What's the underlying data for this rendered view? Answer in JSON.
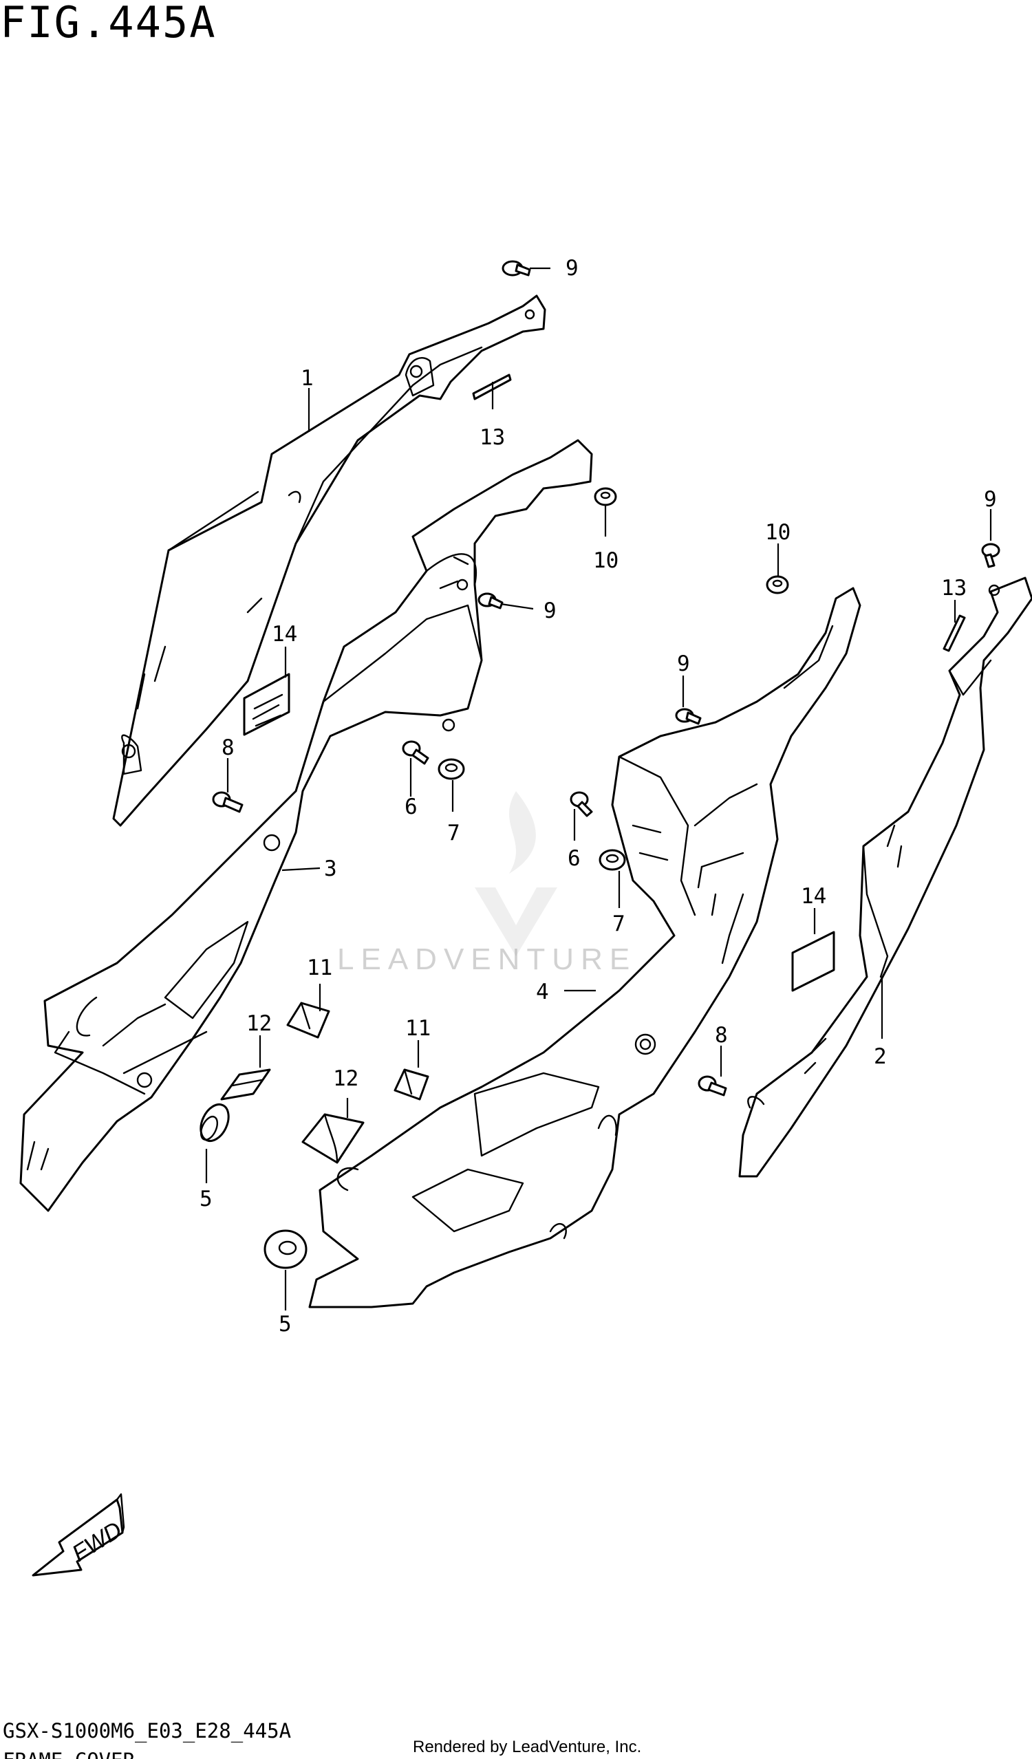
{
  "figure": {
    "title": "FIG.445A",
    "model_code": "GSX-S1000M6_E03_E28_445A",
    "section_name": "FRAME COVER",
    "rendered_by": "Rendered by LeadVenture, Inc.",
    "watermark_text": "LEADVENTURE",
    "fwd_label": "FWD"
  },
  "callouts": [
    {
      "id": "c1",
      "label": "1"
    },
    {
      "id": "c2",
      "label": "2"
    },
    {
      "id": "c3",
      "label": "3"
    },
    {
      "id": "c4",
      "label": "4"
    },
    {
      "id": "c5a",
      "label": "5"
    },
    {
      "id": "c5b",
      "label": "5"
    },
    {
      "id": "c6a",
      "label": "6"
    },
    {
      "id": "c6b",
      "label": "6"
    },
    {
      "id": "c7a",
      "label": "7"
    },
    {
      "id": "c7b",
      "label": "7"
    },
    {
      "id": "c8a",
      "label": "8"
    },
    {
      "id": "c8b",
      "label": "8"
    },
    {
      "id": "c9a",
      "label": "9"
    },
    {
      "id": "c9b",
      "label": "9"
    },
    {
      "id": "c9c",
      "label": "9"
    },
    {
      "id": "c9d",
      "label": "9"
    },
    {
      "id": "c10a",
      "label": "10"
    },
    {
      "id": "c10b",
      "label": "10"
    },
    {
      "id": "c11a",
      "label": "11"
    },
    {
      "id": "c11b",
      "label": "11"
    },
    {
      "id": "c12a",
      "label": "12"
    },
    {
      "id": "c12b",
      "label": "12"
    },
    {
      "id": "c13a",
      "label": "13"
    },
    {
      "id": "c13b",
      "label": "13"
    },
    {
      "id": "c14a",
      "label": "14"
    },
    {
      "id": "c14b",
      "label": "14"
    }
  ]
}
